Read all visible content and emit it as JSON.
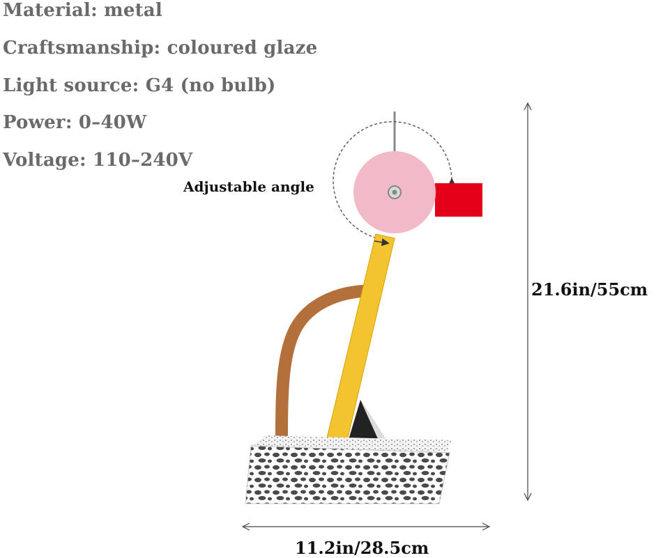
{
  "specs": {
    "material": "Material: metal",
    "craftsmanship": "Craftsmanship: coloured glaze",
    "light_source": "Light source: G4 (no bulb)",
    "power": "Power: 0–40W",
    "voltage": "Voltage: 110–240V"
  },
  "annotations": {
    "adjustable_angle": "Adjustable angle",
    "height": "21.6in/55cm",
    "width": "11.2in/28.5cm"
  },
  "colors": {
    "spec_text": "#6a6a6a",
    "pink_disc": "#f2b9c8",
    "red_shade": "#e5001a",
    "yellow_arm": "#f4c430",
    "brown_arm": "#b4703a",
    "base_pattern": "#4a4a4a"
  }
}
